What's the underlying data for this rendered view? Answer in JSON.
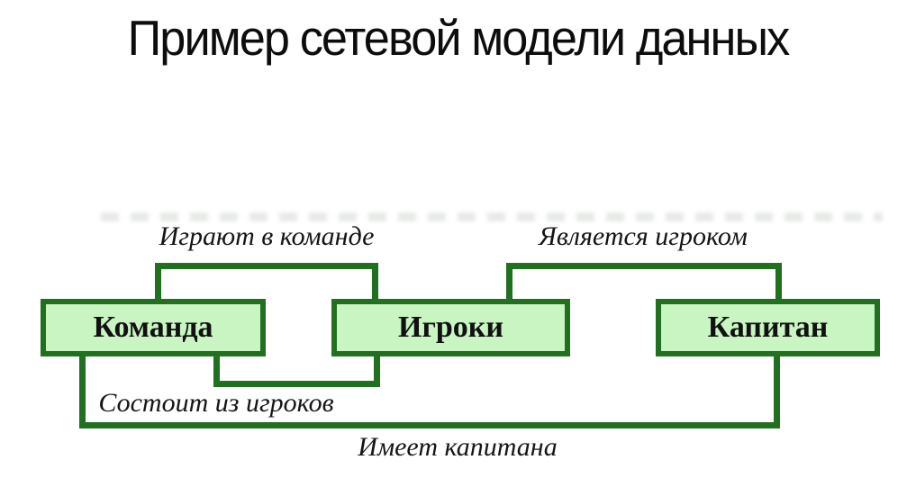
{
  "title": "Пример сетевой модели данных",
  "diagram": {
    "nodes": [
      {
        "id": "team",
        "label": "Команда"
      },
      {
        "id": "players",
        "label": "Игроки"
      },
      {
        "id": "captain",
        "label": "Капитан"
      }
    ],
    "relations": [
      {
        "label": "Играют в команде",
        "connects": [
          "Команда",
          "Игроки"
        ],
        "side": "top"
      },
      {
        "label": "Является игроком",
        "connects": [
          "Игроки",
          "Капитан"
        ],
        "side": "top"
      },
      {
        "label": "Состоит из игроков",
        "connects": [
          "Команда",
          "Игроки"
        ],
        "side": "bottom"
      },
      {
        "label": "Имеет капитана",
        "connects": [
          "Команда",
          "Капитан"
        ],
        "side": "bottom"
      }
    ],
    "colors": {
      "node_fill": "#c9f5c3",
      "node_border": "#21701f",
      "line": "#21701f",
      "text": "#111111"
    }
  }
}
